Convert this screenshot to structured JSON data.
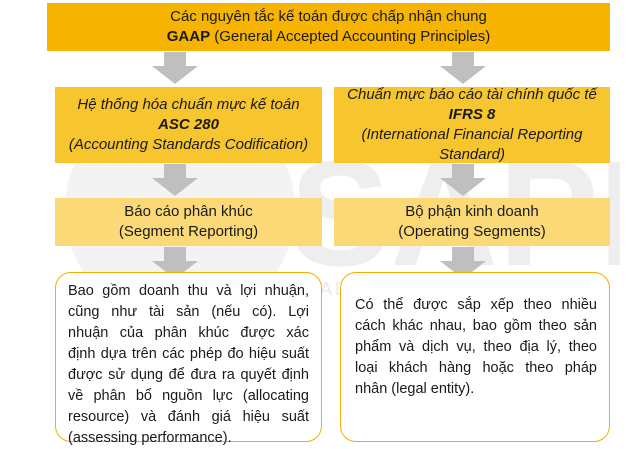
{
  "gaap": {
    "line1": "Các nguyên tắc kế toán được chấp nhận chung",
    "abbr": "GAAP",
    "full": " (General Accepted Accounting Principles)"
  },
  "asc": {
    "line1": "Hệ thống hóa chuẩn mực kế toán",
    "code": "ASC 280",
    "line3": "(Accounting Standards Codification)"
  },
  "ifrs": {
    "line1": "Chuẩn mực báo cáo tài chính quốc tế",
    "code": "IFRS 8",
    "line3": "(International Financial Reporting",
    "line4": "Standard)"
  },
  "segment_reporting": {
    "line1": "Báo cáo phân khúc",
    "line2": "(Segment Reporting)"
  },
  "operating_segments": {
    "line1": "Bộ phận kinh doanh",
    "line2": "(Operating Segments)"
  },
  "left_description": [
    "Bao gồm doanh thu và lợi nhuận,",
    "cũng như tài sản (nếu có). Lợi",
    "nhuận của phân khúc được xác",
    "định dựa trên các phép đo hiệu suất",
    "được sử dụng để đưa ra quyết định",
    "về phân bổ nguồn lực (allocating",
    "resource) và đánh giá hiệu suất",
    "(assessing performance)."
  ],
  "right_description": [
    "Có thể được sắp xếp theo nhiều",
    "cách khác nhau, bao gồm theo sản",
    "phẩm và dịch vụ, theo địa lý, theo",
    "loại khách hàng hoặc theo pháp",
    "nhân (legal entity)."
  ],
  "watermark_text": "SAPP",
  "watermark_tagline": "ADVANCE YOUR CAREER",
  "colors": {
    "top_box": "#f6b400",
    "mid_box": "#f7c52e",
    "light_box": "#fbd976",
    "arrow": "#bfbfbf",
    "border": "#f2b000"
  }
}
